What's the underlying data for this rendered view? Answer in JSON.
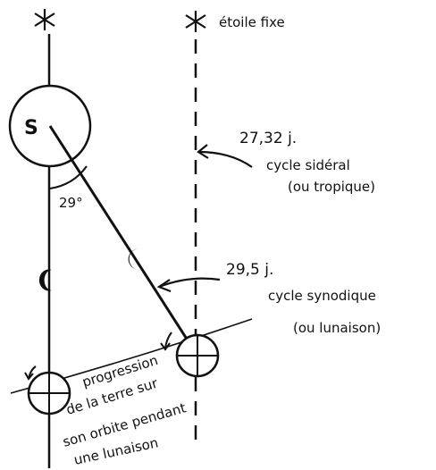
{
  "sun_label": "S",
  "star_label": "étoile fixe",
  "angle_label": "29°",
  "sidereal": {
    "days": "27,32 j.",
    "line1": "cycle sidéral",
    "line2": "(ou tropique)"
  },
  "synodic": {
    "days": "29,5 j.",
    "line1": "cycle synodique",
    "line2": "(ou lunaison)"
  },
  "orbit_caption": {
    "line1": "progression",
    "line2": "de la terre sur",
    "line3": "son orbite pendant",
    "line4": "une lunaison"
  },
  "colors": {
    "ink": "#111111",
    "paper": "#ffffff"
  }
}
